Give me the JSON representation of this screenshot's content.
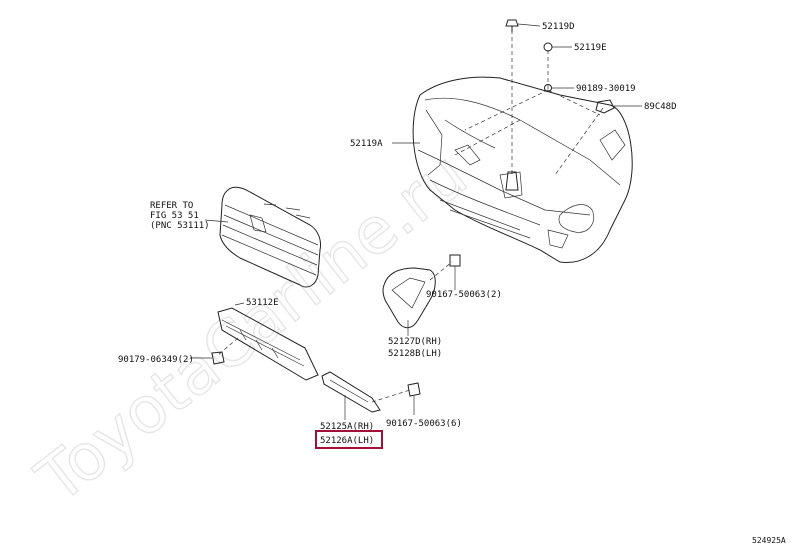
{
  "watermark": "ToyotaCarline.ru",
  "labels": {
    "p52119D": "52119D",
    "p52119E": "52119E",
    "p90189": "90189-30019",
    "p89C48D": "89C48D",
    "p52119A": "52119A",
    "refer_line1": "REFER TO",
    "refer_line2": "FIG 53 51",
    "refer_line3": "(PNC 53111)",
    "p53112E": "53112E",
    "p90167_2": "90167-50063(2)",
    "p52127D": "52127D(RH)",
    "p52128B": "52128B(LH)",
    "p90179": "90179-06349(2)",
    "p52125A": "52125A(RH)",
    "p52126A": "52126A(LH)",
    "p90167_6": "90167-50063(6)",
    "figure_code": "524925A"
  },
  "highlight": {
    "part": "52126A(LH)",
    "color": "#a0103a"
  }
}
